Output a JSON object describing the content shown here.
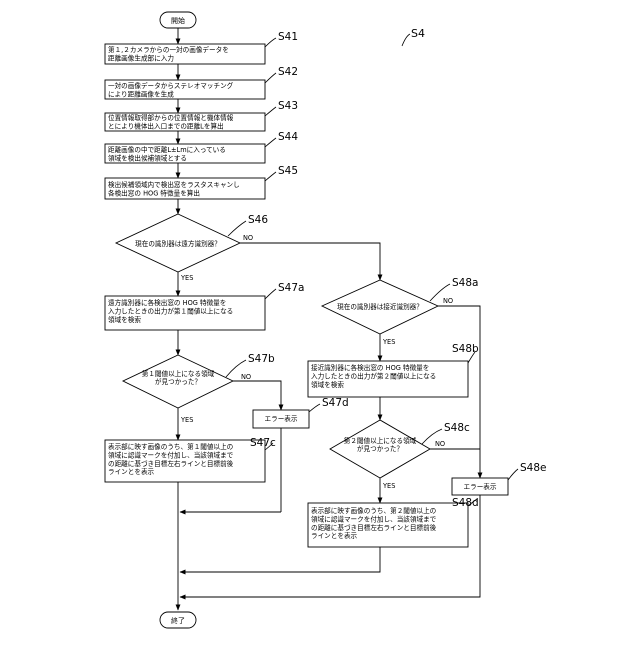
{
  "figure_label": "S4",
  "start_label": "開始",
  "end_label": "終了",
  "steps": {
    "s41": {
      "id": "S41",
      "lines": [
        "第１,２カメラからの一対の画像データを",
        "距離画像生成部に入力"
      ]
    },
    "s42": {
      "id": "S42",
      "lines": [
        "一対の画像データからステレオマッチング",
        "により距離画像を生成"
      ]
    },
    "s43": {
      "id": "S43",
      "lines": [
        "位置情報取得部からの位置情報と機体情報",
        "とにより機体出入口までの距離Lを算出"
      ]
    },
    "s44": {
      "id": "S44",
      "lines": [
        "距離画像の中で距離L±Lmに入っている",
        "領域を検出候補領域とする"
      ]
    },
    "s45": {
      "id": "S45",
      "lines": [
        "検出候補領域内で検出窓をラスタスキャンし",
        "各検出窓の HOG 特徴量を算出"
      ]
    },
    "s46": {
      "id": "S46",
      "lines": [
        "現在の識別器は遠方識別器？"
      ]
    },
    "s47a": {
      "id": "S47a",
      "lines": [
        "遠方識別器に各検出窓の HOG 特徴量を",
        "入力したときの出力が第１閾値以上になる",
        "領域を検索"
      ]
    },
    "s47b": {
      "id": "S47b",
      "lines": [
        "第１閾値以上になる領域",
        "が見つかった？"
      ]
    },
    "s47c": {
      "id": "S47c",
      "lines": [
        "表示部に映す画像のうち、第１閾値以上の",
        "領域に認識マークを付加し、当該領域まで",
        "の距離に基づき目標左右ラインと目標前後",
        "ラインとを表示"
      ]
    },
    "s47d": {
      "id": "S47d",
      "lines": [
        "エラー表示"
      ]
    },
    "s48a": {
      "id": "S48a",
      "lines": [
        "現在の識別器は接近識別器？"
      ]
    },
    "s48b": {
      "id": "S48b",
      "lines": [
        "接近識別器に各検出窓の HOG 特徴量を",
        "入力したときの出力が第２閾値以上になる",
        "領域を検索"
      ]
    },
    "s48c": {
      "id": "S48c",
      "lines": [
        "第２閾値以上になる領域",
        "が見つかった？"
      ]
    },
    "s48d": {
      "id": "S48d",
      "lines": [
        "表示部に映す画像のうち、第２閾値以上の",
        "領域に認識マークを付加し、当該領域まで",
        "の距離に基づき目標左右ラインと目標前後",
        "ラインとを表示"
      ]
    },
    "s48e": {
      "id": "S48e",
      "lines": [
        "エラー表示"
      ]
    }
  },
  "yes_label": "YES",
  "no_label": "NO"
}
